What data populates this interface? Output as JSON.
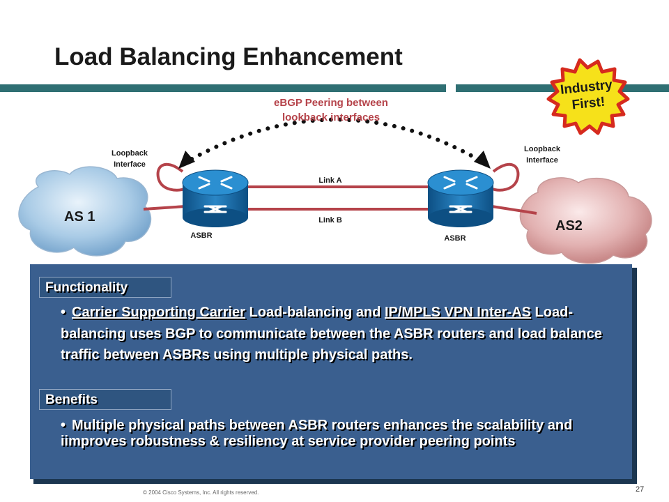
{
  "title": "Load Balancing Enhancement",
  "badge": {
    "line1": "Industry",
    "line2": "First!"
  },
  "diagram": {
    "peering_label_line1": "eBGP Peering between",
    "peering_label_line2": "lookback interfaces",
    "loopback_left": {
      "line1": "Loopback",
      "line2": "Interface"
    },
    "loopback_right": {
      "line1": "Loopback",
      "line2": "Interface"
    },
    "link_a": "Link A",
    "link_b": "Link B",
    "asbr_left": "ASBR",
    "asbr_right": "ASBR",
    "as1": "AS 1",
    "as2": "AS2"
  },
  "functionality": {
    "heading": "Functionality",
    "bullet": "•",
    "part1_link": "Carrier Supporting Carrier",
    "part2": " Load-balancing and ",
    "part3_link": "IP/MPLS VPN Inter-AS",
    "part4": " Load-balancing uses BGP to communicate between the ASBR routers and load balance traffic between ASBRs using multiple physical paths."
  },
  "benefits": {
    "heading": "Benefits",
    "bullet": "•",
    "text": "Multiple physical paths between ASBR routers enhances the scalability and iimproves robustness & resiliency at service provider peering points"
  },
  "footer": {
    "copyright": "© 2004 Cisco Systems, Inc. All rights reserved.",
    "page_number": "27"
  },
  "colors": {
    "title_bar": "#2f6f73",
    "panel": "#3a5f8f",
    "link_line": "#b5434a",
    "router_blue": "#1f78b4",
    "badge_red": "#d62a1e",
    "badge_yellow": "#f6e11a"
  }
}
